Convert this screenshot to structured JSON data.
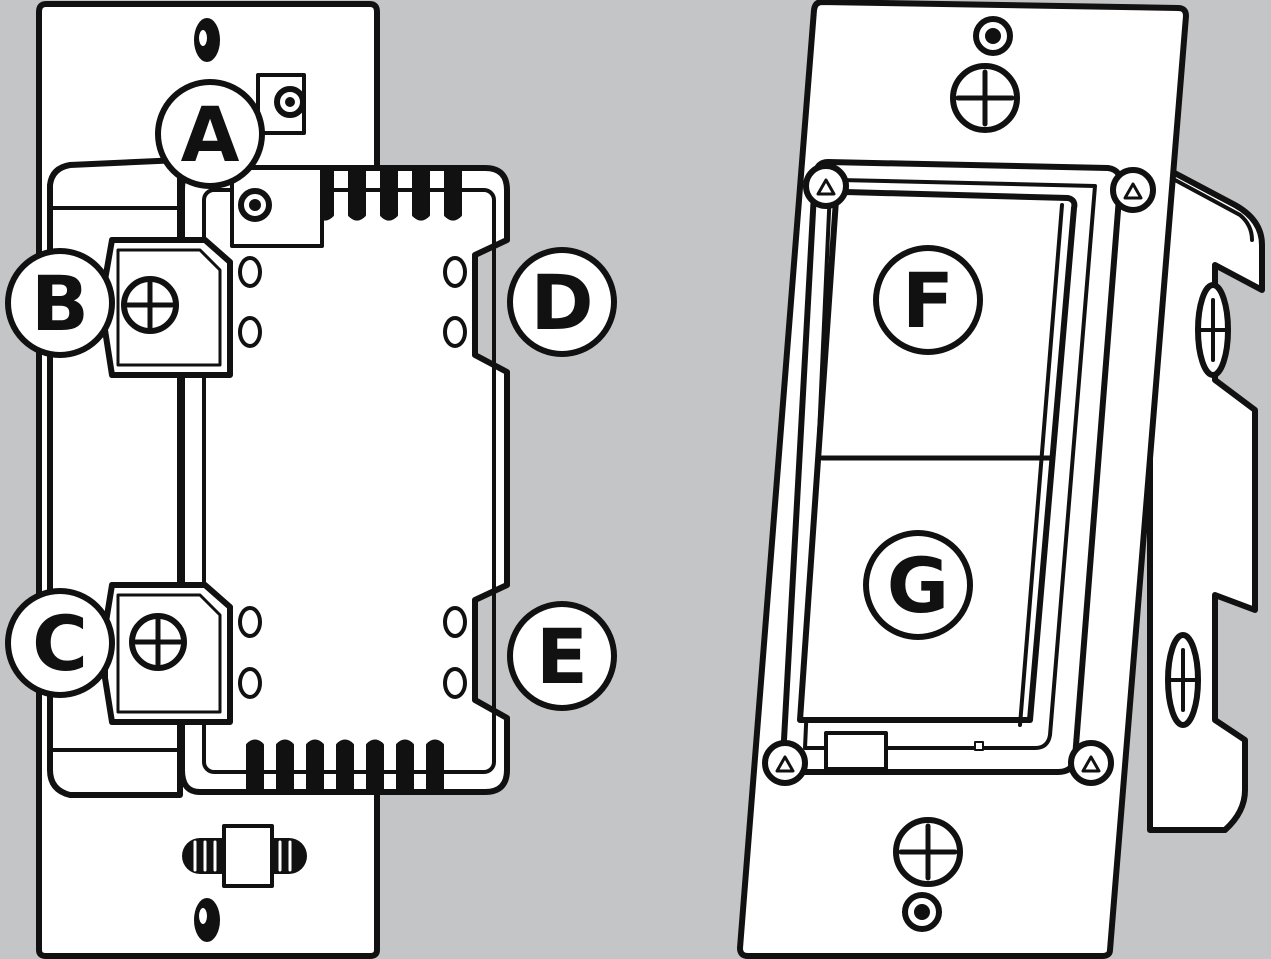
{
  "diagram": {
    "background_color": "#c4c5c7",
    "line_color": "#111111",
    "fill_color": "#ffffff",
    "callouts": {
      "a": "A",
      "b": "B",
      "c": "C",
      "d": "D",
      "e": "E",
      "f": "F",
      "g": "G"
    }
  }
}
